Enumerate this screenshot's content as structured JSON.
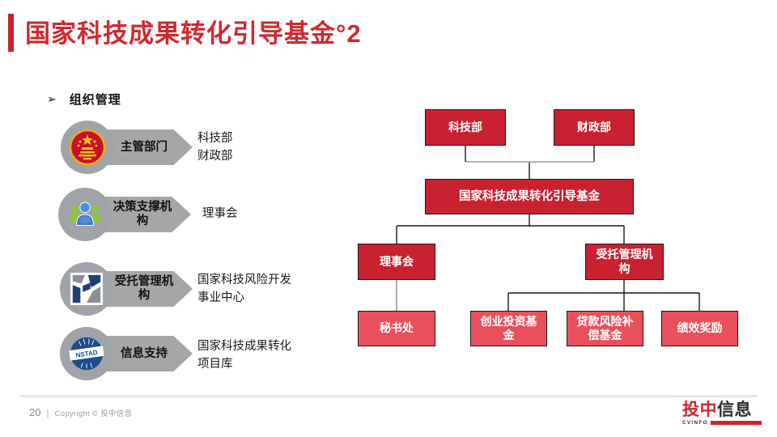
{
  "title": "国家科技成果转化引导基金°2",
  "section": {
    "bullet": "➢",
    "heading": "组织管理",
    "items": [
      {
        "icon": "china-emblem",
        "label": "主管部门",
        "desc": "科技部\n财政部"
      },
      {
        "icon": "people-group",
        "label": "决策支撑机构",
        "desc": "理事会"
      },
      {
        "icon": "pinwheel-logo",
        "label": "受托管理机构",
        "desc": "国家科技风险开发\n事业中心"
      },
      {
        "icon": "nstad-logo",
        "label": "信息支持",
        "desc": "国家科技成果转化\n项目库"
      }
    ]
  },
  "org_chart": {
    "nodes": {
      "most": "科技部",
      "mof": "财政部",
      "fund": "国家科技成果转化引导基金",
      "council": "理事会",
      "trustee": "受托管理机构",
      "secretariat": "秘书处",
      "vc_fund": "创业投资基金",
      "loan_fund": "贷款风险补偿基金",
      "performance": "绩效奖励"
    }
  },
  "icon_text": {
    "nstad": "NSTAD"
  },
  "footer": {
    "page_number": "20",
    "separator": "|",
    "copyright": "Copyright © 投中信息"
  },
  "logo": {
    "part1": "投中",
    "part2": "信息",
    "sub": "CVINFO"
  },
  "colors": {
    "accent_red": "#c9212f",
    "light_red": "#e8505c",
    "arrow_gray": "#a6a6a6"
  }
}
